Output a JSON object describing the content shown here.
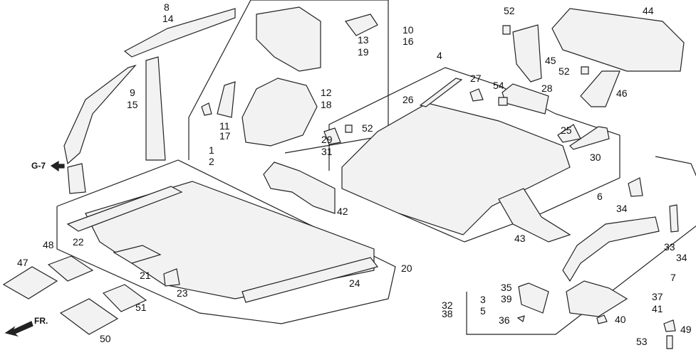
{
  "diagram": {
    "callouts": [
      "8",
      "14",
      "10",
      "16",
      "13",
      "19",
      "52",
      "44",
      "4",
      "45",
      "52",
      "27",
      "54",
      "28",
      "26",
      "46",
      "9",
      "15",
      "12",
      "18",
      "11",
      "17",
      "1",
      "2",
      "25",
      "52",
      "29",
      "31",
      "30",
      "6",
      "34",
      "42",
      "43",
      "22",
      "48",
      "47",
      "21",
      "33",
      "34",
      "7",
      "20",
      "24",
      "35",
      "39",
      "3",
      "5",
      "32",
      "38",
      "37",
      "41",
      "23",
      "36",
      "40",
      "51",
      "50",
      "49",
      "53"
    ],
    "reference_arrow": "G-7",
    "front_arrow": "FR."
  },
  "colors": {
    "line": "#222222",
    "fill": "#f4f4f4"
  }
}
